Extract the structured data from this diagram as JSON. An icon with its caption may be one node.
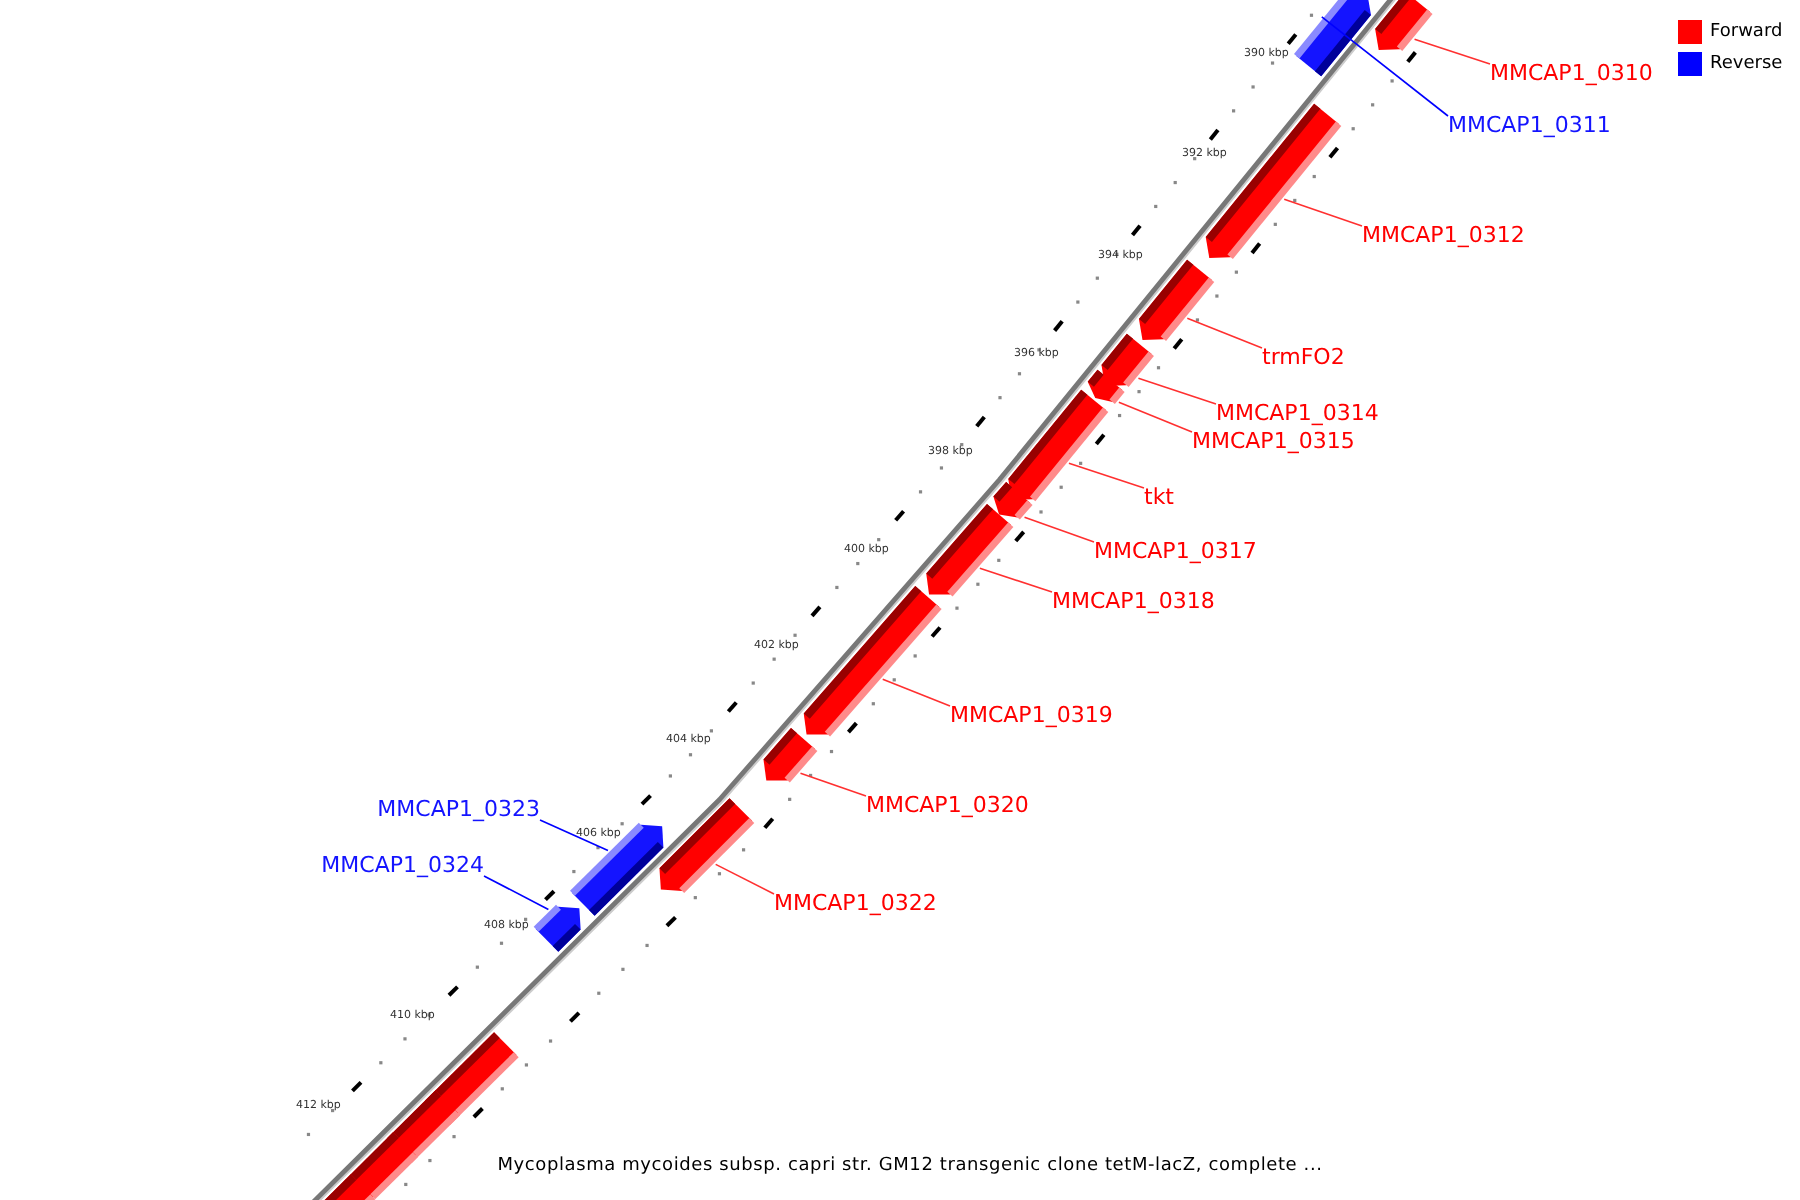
{
  "diagram": {
    "caption": "Mycoplasma mycoides subsp. capri str. GM12 transgenic clone tetM-lacZ, complete ...",
    "nodes": [
      {
        "text": [
          "MMCAP1_0310"
        ]
      },
      {
        "text": [
          "MMCAP1_0311"
        ]
      },
      {
        "text": [
          "MMCAP1_0312"
        ]
      },
      {
        "text": [
          "trmFO2"
        ]
      },
      {
        "text": [
          "MMCAP1_0314"
        ]
      },
      {
        "text": [
          "MMCAP1_0315"
        ]
      },
      {
        "text": [
          "tkt"
        ]
      },
      {
        "text": [
          "MMCAP1_0317"
        ]
      },
      {
        "text": [
          "MMCAP1_0318"
        ]
      },
      {
        "text": [
          "MMCAP1_0319"
        ]
      },
      {
        "text": [
          "MMCAP1_0320"
        ]
      },
      {
        "text": [
          "MMCAP1_0323"
        ]
      },
      {
        "text": [
          "MMCAP1_0324"
        ]
      },
      {
        "text": [
          "MMCAP1_0322"
        ]
      },
      {
        "text": [],
        "shape": "arrow"
      },
      {
        "text": [],
        "shape": "arrow"
      },
      {
        "text": [],
        "shape": "arrow"
      },
      {
        "text": [],
        "shape": "arrow"
      },
      {
        "text": [],
        "shape": "arrow"
      },
      {
        "text": [],
        "shape": "arrow"
      },
      {
        "text": [],
        "shape": "arrow"
      },
      {
        "text": [],
        "shape": "arrow"
      },
      {
        "text": [],
        "shape": "arrow"
      },
      {
        "text": [],
        "shape": "arrow"
      },
      {
        "text": [],
        "shape": "arrow"
      },
      {
        "text": [],
        "shape": "arrow"
      },
      {
        "text": [],
        "shape": "arrow"
      },
      {
        "text": [],
        "shape": "arrow"
      },
      {
        "text": [],
        "shape": "arrow"
      },
      {
        "text": [],
        "shape": "arrow"
      },
      {
        "text": [],
        "shape": "arrow"
      },
      {
        "text": [],
        "shape": "arrow"
      }
    ],
    "edges": [
      {
        "from": 0,
        "to": 14,
        "arrow": "none"
      },
      {
        "from": 1,
        "to": 15,
        "arrow": "none",
        "color": "#0000ff"
      },
      {
        "from": 2,
        "to": 16,
        "arrow": "none"
      },
      {
        "from": 3,
        "to": 17,
        "arrow": "none"
      },
      {
        "from": 4,
        "to": 18,
        "arrow": "none"
      },
      {
        "from": 5,
        "to": 19,
        "arrow": "none"
      },
      {
        "from": 6,
        "to": 20,
        "arrow": "none"
      },
      {
        "from": 7,
        "to": 21,
        "arrow": "none"
      },
      {
        "from": 8,
        "to": 22,
        "arrow": "none"
      },
      {
        "from": 9,
        "to": 23,
        "arrow": "none"
      },
      {
        "from": 10,
        "to": 24,
        "arrow": "none"
      },
      {
        "from": 11,
        "to": 26,
        "arrow": "none",
        "color": "#0000ff"
      },
      {
        "from": 12,
        "to": 27,
        "arrow": "none",
        "color": "#0000ff"
      },
      {
        "from": 13,
        "to": 25,
        "arrow": "none"
      }
    ],
    "labels": [
      "390 kbp",
      "392 kbp",
      "394 kbp",
      "396 kbp",
      "398 kbp",
      "400 kbp",
      "402 kbp",
      "404 kbp",
      "406 kbp",
      "408 kbp",
      "410 kbp",
      "412 kbp"
    ],
    "legend": [
      {
        "text": "Forward",
        "color": "#ff0000"
      },
      {
        "text": "Reverse",
        "color": "#0000ff"
      }
    ]
  }
}
